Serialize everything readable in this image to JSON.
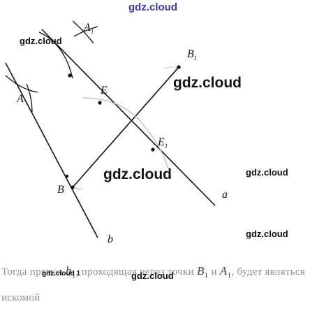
{
  "watermarks": {
    "top": "gdz.cloud",
    "small_left": "gdz.cloud",
    "big_center_right": "gdz.cloud",
    "big_center": "gdz.cloud",
    "right_1": "gdz.cloud",
    "right_2": "gdz.cloud",
    "bottom_left": "gdz.cloud 1",
    "bottom_center": "gdz.cloud"
  },
  "labels": {
    "A1": {
      "main": "A",
      "sub": "1"
    },
    "A": {
      "main": "A",
      "sub": ""
    },
    "B1": {
      "main": "B",
      "sub": "1"
    },
    "B": {
      "main": "B",
      "sub": ""
    },
    "E": {
      "main": "E",
      "sub": ""
    },
    "E1": {
      "main": "E",
      "sub": "1"
    },
    "a": {
      "main": "a",
      "sub": ""
    },
    "b": {
      "main": "b",
      "sub": ""
    }
  },
  "caption": {
    "part1": "Тогда прямая ",
    "b": "b",
    "sub1": "1",
    "part2": ", проходящая через точки ",
    "B": "B",
    "sub2": "1",
    "part3": " и ",
    "A": "A",
    "sub3": "1",
    "part4": ", будет являться искомой"
  },
  "colors": {
    "line": "#111111",
    "arc_gray": "#b5b5c8",
    "arc_green": "#9ad29a",
    "watermark_blue": "#3a3aa8",
    "caption_gray": "#8e8e8e"
  }
}
